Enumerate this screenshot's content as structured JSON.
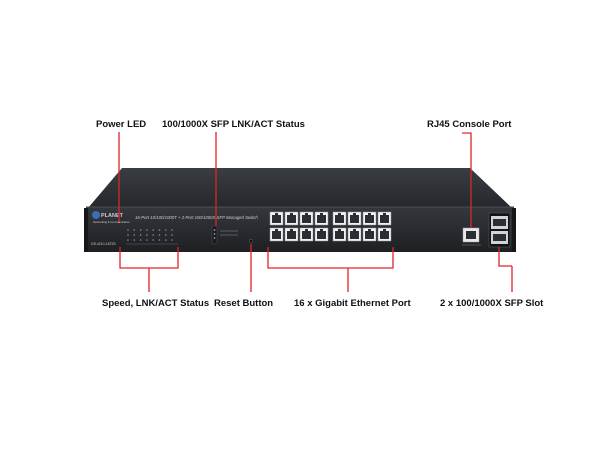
{
  "callouts": {
    "power_led": "Power LED",
    "sfp_status": "100/1000X SFP LNK/ACT Status",
    "console_port": "RJ45 Console Port",
    "speed_status": "Speed, LNK/ACT Status",
    "reset_button": "Reset Button",
    "ethernet_ports": "16 x Gigabit Ethernet Port",
    "sfp_slot": "2 x 100/1000X SFP Slot"
  },
  "device": {
    "brand": "PLANET",
    "brand_tagline": "Networking & Communication",
    "model": "GS-4210-16T2S",
    "description": "16-Port 10/100/1000T + 2-Port 100/1000X SFP Managed Switch"
  },
  "colors": {
    "callout_line": "#e0242a",
    "chassis": "#2a2d31",
    "port": "#f2f2f2"
  }
}
